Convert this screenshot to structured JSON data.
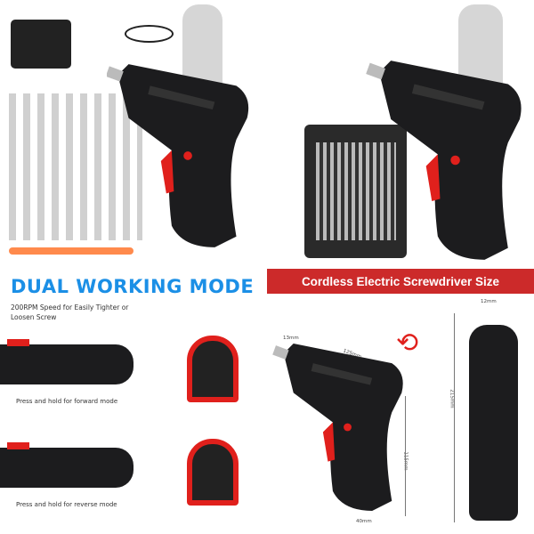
{
  "dual_mode": {
    "title": "DUAL WORKING MODE",
    "subtitle": "200RPM Speed for Easily Tighter or Loosen Screw",
    "forward_caption": "Press and hold for forward mode",
    "reverse_caption": "Press and hold for reverse mode"
  },
  "size_panel": {
    "banner": "Cordless Electric Screwdriver Size",
    "dims": {
      "bit": "13mm",
      "length": "125mm",
      "handle": "115mm",
      "width": "40mm",
      "tip": "12mm",
      "total": "215mm"
    }
  },
  "colors": {
    "accent_blue": "#1b8fe6",
    "banner_red": "#cc2a2a",
    "tool_red": "#e0201c",
    "tool_black": "#1c1c1e"
  }
}
